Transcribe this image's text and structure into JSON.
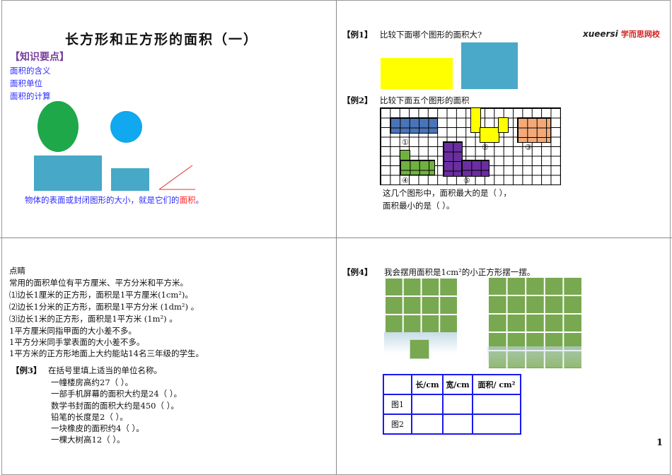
{
  "slide1": {
    "title": "长方形和正方形的面积（一）",
    "section": "【知识要点】",
    "items": [
      "面积的含义",
      "面积单位",
      "面积的计算"
    ],
    "definition_pre": "物体的表面或封闭图形的大小，就是它们的",
    "definition_key": "面积",
    "definition_post": "。",
    "colors": {
      "title": "#111111",
      "section": "#7a3fa0",
      "items": "#2c2cff",
      "ellipse": "#1fa84a",
      "circle": "#10a8ee",
      "rect": "#47a8c8",
      "accent": "#ff2020"
    }
  },
  "slide2": {
    "ex1_label": "【例1】",
    "ex1_text": "比较下面哪个图形的面积大?",
    "brand_latin": "xueersi",
    "brand_cn": "学而思网校",
    "ex2_label": "【例2】",
    "ex2_text": "比较下面五个图形的面积",
    "shape_labels": [
      "①",
      "②",
      "③",
      "④",
      "⑤"
    ],
    "q_line1": "这几个图形中，面积最大的是（      ），",
    "q_line2": "面积最小的是（      ）。",
    "colors": {
      "yellow": "#ffff00",
      "teal": "#4aa8c8",
      "blue": "#4a74b8",
      "green": "#70b040",
      "purple": "#6a2ea0",
      "orange": "#f4a978"
    }
  },
  "slide3": {
    "heading": "点睛",
    "lines": [
      "常用的面积单位有平方厘米、平方分米和平方米。",
      "⑴边长1厘米的正方形，面积是1平方厘米(1cm²)。",
      "⑵边长1分米的正方形，面积是1平方分米 (1dm²) 。",
      "⑶边长1米的正方形，面积是1平方米 (1m²) 。",
      "1平方厘米同指甲面的大小差不多。",
      "1平方分米同手掌表面的大小差不多。",
      "1平方米的正方形地面上大约能站14名三年级的学生。"
    ],
    "ex3_label": "【例3】",
    "ex3_text": "在括号里填上适当的单位名称。",
    "ex3_items": [
      "一幢楼房高约27（        ）。",
      "一部手机屏幕的面积大约是24（          ）。",
      "数学书封面的面积大约是450（          ）。",
      "铅笔的长度是2（        ）。",
      "一块橡皮的面积约4（          ）。",
      "一棵大树高12（      ）。"
    ]
  },
  "slide4": {
    "ex4_label": "【例4】",
    "ex4_text": "我会摆用面积是1cm²的小正方形摆一摆。",
    "table_headers": [
      "",
      "长/cm",
      "宽/cm",
      "面积/ cm²"
    ],
    "table_rows": [
      [
        "图1",
        "",
        "",
        ""
      ],
      [
        "图2",
        "",
        "",
        ""
      ]
    ],
    "page_number": "1",
    "colors": {
      "tile": "#78a850",
      "tile_border": "#ffffff",
      "table_border": "#1a1aee"
    }
  }
}
